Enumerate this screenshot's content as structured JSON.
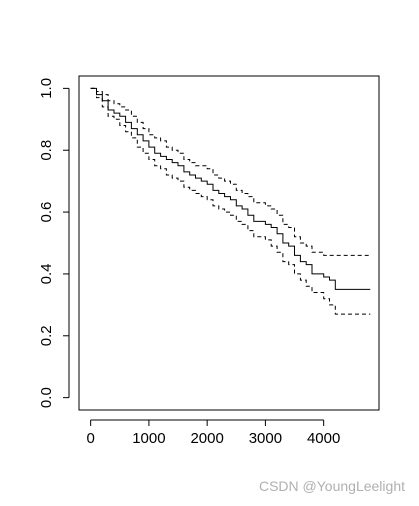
{
  "chart_data": {
    "type": "line",
    "title": "",
    "xlabel": "",
    "ylabel": "",
    "xlim": [
      -200,
      4950
    ],
    "ylim": [
      -0.04,
      1.04
    ],
    "x_ticks": [
      0,
      1000,
      2000,
      3000,
      4000
    ],
    "y_ticks": [
      0.0,
      0.2,
      0.4,
      0.6,
      0.8,
      1.0
    ],
    "x_tick_labels": [
      "0",
      "1000",
      "2000",
      "3000",
      "4000"
    ],
    "y_tick_labels": [
      "0.0",
      "0.2",
      "0.4",
      "0.6",
      "0.8",
      "1.0"
    ],
    "grid": false,
    "series": [
      {
        "style": "solid",
        "step": true,
        "points": [
          [
            0,
            1.0
          ],
          [
            100,
            0.98
          ],
          [
            200,
            0.96
          ],
          [
            300,
            0.93
          ],
          [
            400,
            0.92
          ],
          [
            500,
            0.91
          ],
          [
            600,
            0.89
          ],
          [
            700,
            0.87
          ],
          [
            800,
            0.85
          ],
          [
            900,
            0.83
          ],
          [
            1000,
            0.81
          ],
          [
            1100,
            0.79
          ],
          [
            1200,
            0.78
          ],
          [
            1300,
            0.77
          ],
          [
            1400,
            0.76
          ],
          [
            1500,
            0.75
          ],
          [
            1600,
            0.73
          ],
          [
            1700,
            0.72
          ],
          [
            1800,
            0.71
          ],
          [
            1900,
            0.7
          ],
          [
            2000,
            0.69
          ],
          [
            2100,
            0.67
          ],
          [
            2200,
            0.66
          ],
          [
            2300,
            0.65
          ],
          [
            2400,
            0.64
          ],
          [
            2500,
            0.62
          ],
          [
            2600,
            0.61
          ],
          [
            2700,
            0.59
          ],
          [
            2800,
            0.57
          ],
          [
            3000,
            0.56
          ],
          [
            3100,
            0.55
          ],
          [
            3200,
            0.53
          ],
          [
            3300,
            0.5
          ],
          [
            3400,
            0.49
          ],
          [
            3500,
            0.46
          ],
          [
            3600,
            0.44
          ],
          [
            3700,
            0.43
          ],
          [
            3800,
            0.4
          ],
          [
            4000,
            0.39
          ],
          [
            4100,
            0.38
          ],
          [
            4200,
            0.35
          ],
          [
            4800,
            0.35
          ]
        ]
      },
      {
        "style": "dashed",
        "step": true,
        "points": [
          [
            0,
            1.0
          ],
          [
            100,
            0.99
          ],
          [
            200,
            0.98
          ],
          [
            300,
            0.96
          ],
          [
            400,
            0.95
          ],
          [
            500,
            0.94
          ],
          [
            600,
            0.93
          ],
          [
            700,
            0.91
          ],
          [
            800,
            0.89
          ],
          [
            900,
            0.87
          ],
          [
            1000,
            0.85
          ],
          [
            1100,
            0.84
          ],
          [
            1200,
            0.83
          ],
          [
            1300,
            0.81
          ],
          [
            1400,
            0.8
          ],
          [
            1500,
            0.79
          ],
          [
            1600,
            0.77
          ],
          [
            1700,
            0.76
          ],
          [
            1800,
            0.75
          ],
          [
            2000,
            0.74
          ],
          [
            2100,
            0.72
          ],
          [
            2200,
            0.71
          ],
          [
            2300,
            0.7
          ],
          [
            2400,
            0.69
          ],
          [
            2500,
            0.67
          ],
          [
            2600,
            0.66
          ],
          [
            2700,
            0.65
          ],
          [
            2800,
            0.63
          ],
          [
            3000,
            0.62
          ],
          [
            3100,
            0.61
          ],
          [
            3200,
            0.59
          ],
          [
            3300,
            0.56
          ],
          [
            3400,
            0.55
          ],
          [
            3500,
            0.52
          ],
          [
            3600,
            0.5
          ],
          [
            3700,
            0.49
          ],
          [
            3800,
            0.47
          ],
          [
            4000,
            0.46
          ],
          [
            4100,
            0.46
          ],
          [
            4200,
            0.46
          ],
          [
            4800,
            0.46
          ]
        ]
      },
      {
        "style": "dashed",
        "step": true,
        "points": [
          [
            0,
            1.0
          ],
          [
            100,
            0.97
          ],
          [
            200,
            0.94
          ],
          [
            300,
            0.91
          ],
          [
            400,
            0.9
          ],
          [
            500,
            0.88
          ],
          [
            600,
            0.86
          ],
          [
            700,
            0.84
          ],
          [
            800,
            0.81
          ],
          [
            900,
            0.79
          ],
          [
            1000,
            0.77
          ],
          [
            1100,
            0.75
          ],
          [
            1200,
            0.74
          ],
          [
            1300,
            0.72
          ],
          [
            1400,
            0.71
          ],
          [
            1500,
            0.7
          ],
          [
            1600,
            0.68
          ],
          [
            1700,
            0.67
          ],
          [
            1800,
            0.66
          ],
          [
            1900,
            0.65
          ],
          [
            2000,
            0.64
          ],
          [
            2100,
            0.62
          ],
          [
            2200,
            0.61
          ],
          [
            2300,
            0.6
          ],
          [
            2400,
            0.59
          ],
          [
            2500,
            0.57
          ],
          [
            2600,
            0.56
          ],
          [
            2700,
            0.54
          ],
          [
            2800,
            0.52
          ],
          [
            3000,
            0.51
          ],
          [
            3100,
            0.49
          ],
          [
            3200,
            0.47
          ],
          [
            3300,
            0.44
          ],
          [
            3400,
            0.43
          ],
          [
            3500,
            0.4
          ],
          [
            3600,
            0.38
          ],
          [
            3700,
            0.36
          ],
          [
            3800,
            0.34
          ],
          [
            4000,
            0.32
          ],
          [
            4100,
            0.3
          ],
          [
            4200,
            0.27
          ],
          [
            4800,
            0.27
          ]
        ]
      }
    ]
  },
  "watermark": "CSDN @YoungLeelight"
}
